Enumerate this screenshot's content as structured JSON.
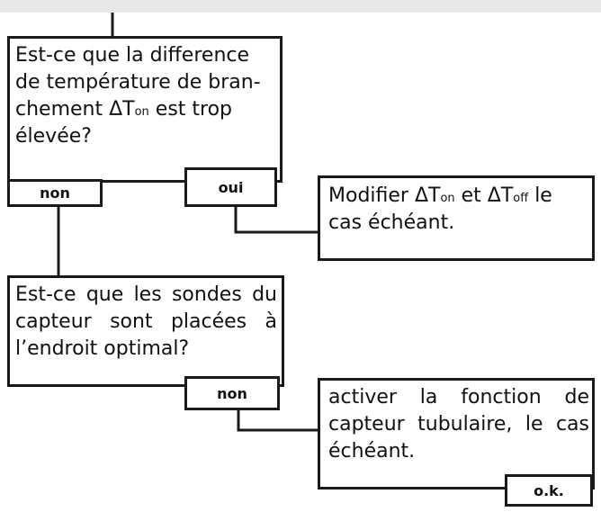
{
  "q1": {
    "line1": "Est-ce que la difference",
    "line2": "de température de bran-",
    "line3_pre": "chement ΔT",
    "line3_sub": "on",
    "line3_post": " est trop",
    "line4": "élevée?"
  },
  "labels": {
    "non1": "non",
    "oui": "oui",
    "non2": "non",
    "ok": "o.k."
  },
  "action1": {
    "pre": "Modifier ΔT",
    "sub_on": "on",
    "mid": " et ΔT",
    "sub_off": "off",
    "post": " le",
    "line2": "cas échéant."
  },
  "q2": {
    "line1": "Est-ce que les sondes du",
    "line2": "capteur sont placées à",
    "line3": "l’endroit optimal?"
  },
  "action2": {
    "line1": "activer la fonction de",
    "line2": "capteur tubulaire, le cas",
    "line3": "échéant."
  },
  "colors": {
    "line": "#1a1a1a",
    "topbar": "#e8e8e8"
  }
}
